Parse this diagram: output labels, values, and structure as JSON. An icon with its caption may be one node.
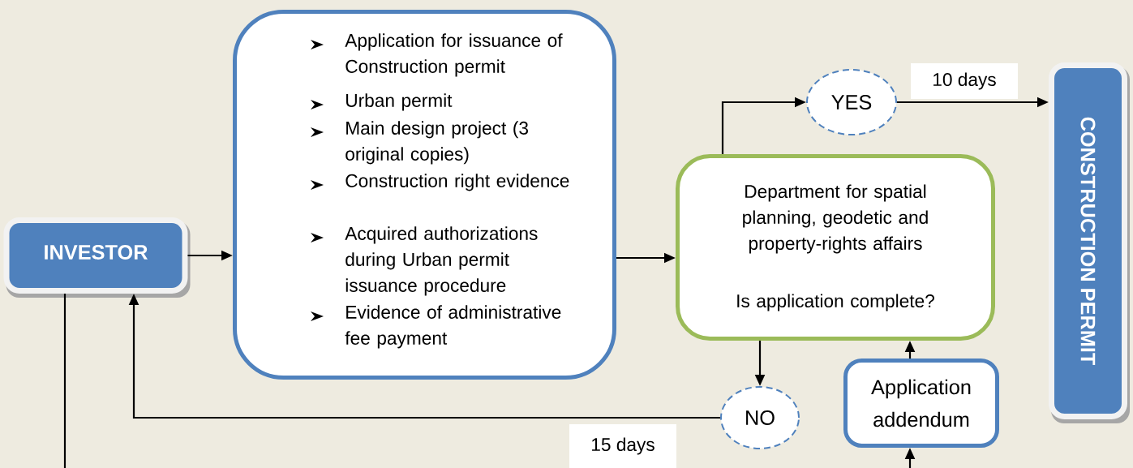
{
  "diagram": {
    "nodes": [
      {
        "text": [
          "INVESTOR"
        ]
      },
      {
        "text": [
          "Application for issuance of Construction permit",
          "Urban permit",
          "Main design project (3 original copies)",
          "Construction right evidence",
          "Acquired authorizations during Urban permit issuance procedure",
          "Evidence of administrative fee payment"
        ]
      },
      {
        "text": [
          "Department for spatial planning, geodetic and property-rights affairs",
          "Is application complete?"
        ]
      },
      {
        "text": [
          "YES"
        ]
      },
      {
        "text": [
          "NO"
        ]
      },
      {
        "text": [
          "Application addendum"
        ]
      },
      {
        "text": [
          "CONSTRUCTION PERMIT"
        ]
      }
    ],
    "edges": [
      {
        "from": 0,
        "to": 1,
        "arrow": "to"
      },
      {
        "from": 1,
        "to": 2,
        "arrow": "to"
      },
      {
        "from": 2,
        "to": 3,
        "arrow": "to"
      },
      {
        "from": 3,
        "to": 6,
        "arrow": "to",
        "label": "10 days"
      },
      {
        "from": 2,
        "to": 4,
        "arrow": "to"
      },
      {
        "from": 4,
        "to": 0,
        "arrow": "to"
      },
      {
        "from": 5,
        "to": 2,
        "arrow": "to"
      },
      {
        "from": null,
        "to": 5,
        "arrow": "to"
      },
      {
        "from": 0,
        "to": null,
        "arrow": "none"
      }
    ],
    "labels": [
      "15 days"
    ]
  }
}
